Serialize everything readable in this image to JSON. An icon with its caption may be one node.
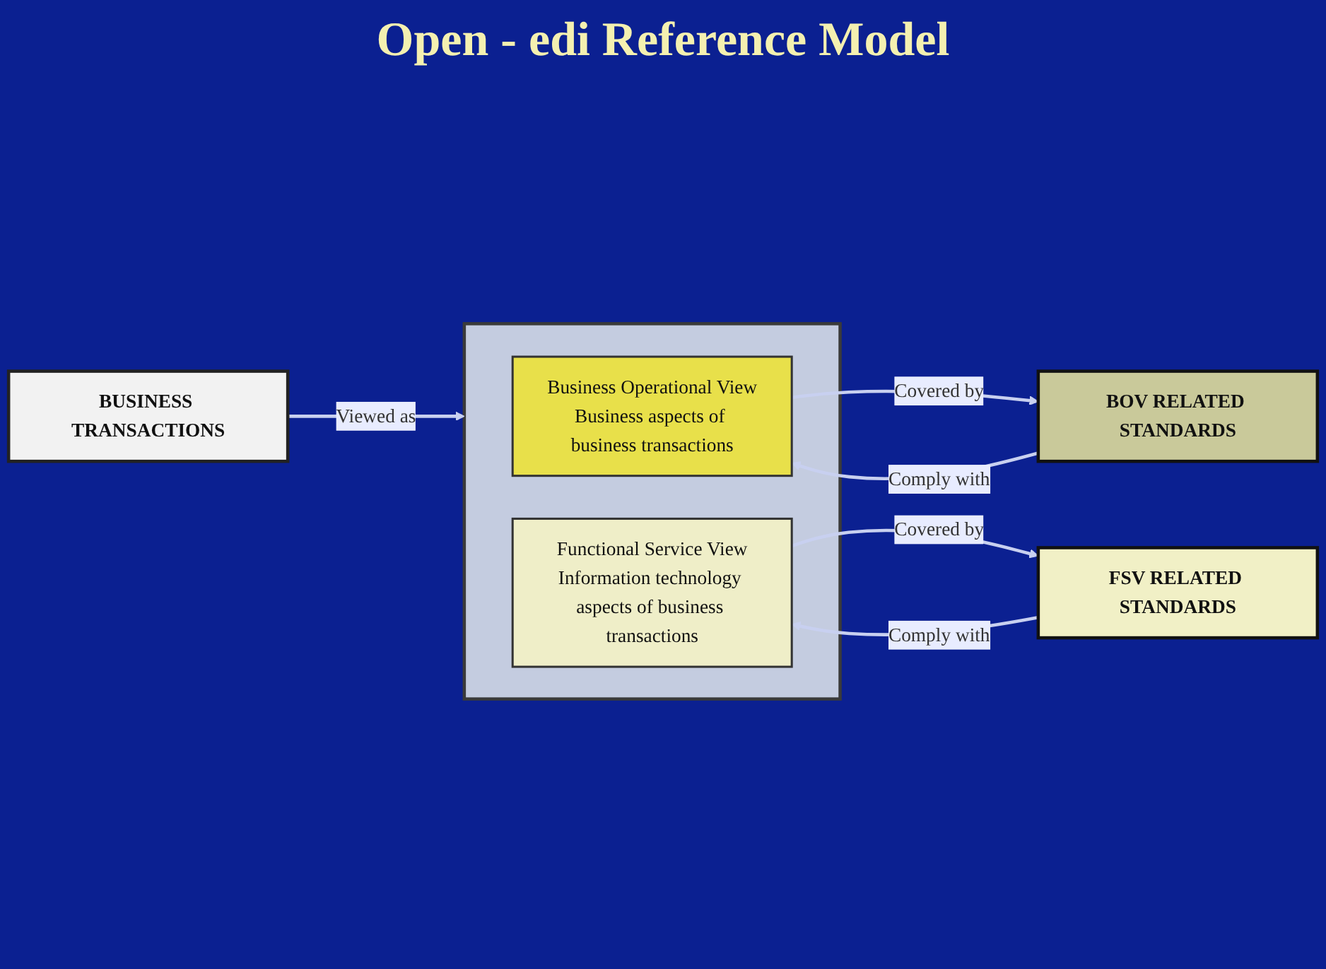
{
  "diagram": {
    "title": "Open - edi Reference Model",
    "nodes": [
      {
        "text": [
          "BUSINESS TRANSACTIONS"
        ]
      },
      {
        "text": [],
        "shape": "box"
      },
      {
        "text": [
          "Business Operational View",
          "Business aspects of business transactions"
        ],
        "in": 1
      },
      {
        "text": [
          "Functional Service View",
          "Information technology aspects of business transactions"
        ],
        "in": 1
      },
      {
        "text": [
          "BOV RELATED STANDARDS"
        ]
      },
      {
        "text": [
          "FSV RELATED STANDARDS"
        ]
      }
    ],
    "edges": [
      {
        "from": 0,
        "to": 1,
        "arrow": "to",
        "label": "Viewed as"
      },
      {
        "from": 2,
        "to": 4,
        "arrow": "to",
        "label": "Covered by"
      },
      {
        "from": 4,
        "to": 2,
        "arrow": "to",
        "label": "Comply with"
      },
      {
        "from": 3,
        "to": 5,
        "arrow": "to",
        "label": "Covered by"
      },
      {
        "from": 5,
        "to": 3,
        "arrow": "to",
        "label": "Comply with"
      }
    ]
  }
}
